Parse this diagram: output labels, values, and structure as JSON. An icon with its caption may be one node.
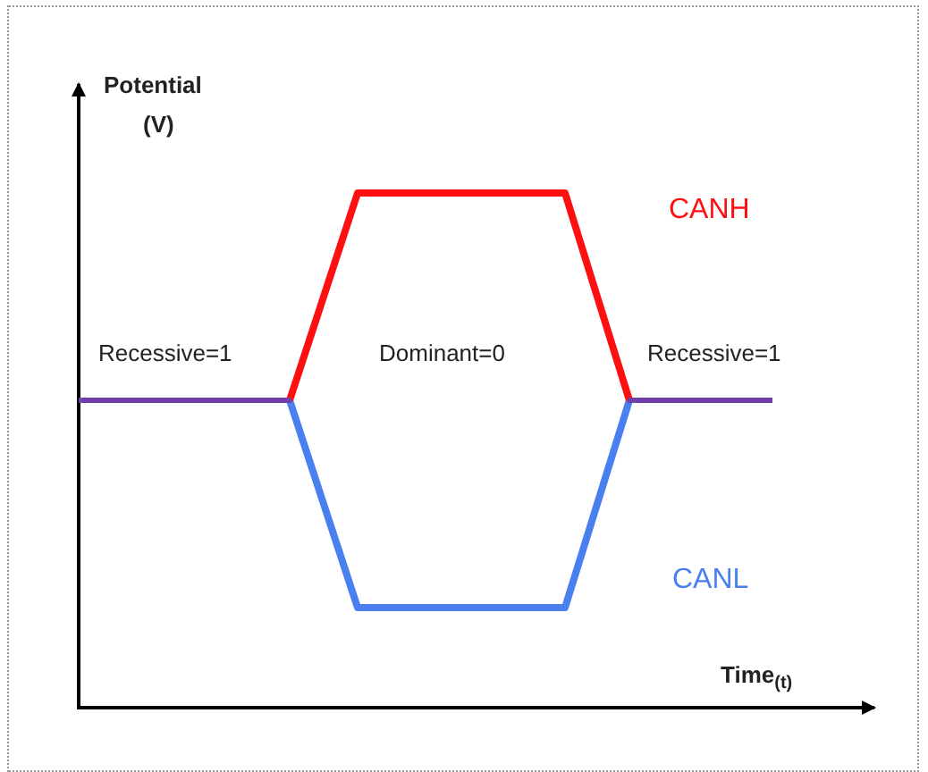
{
  "diagram": {
    "labels": [
      "Potential",
      "(V)",
      "CANH",
      "Recessive=1",
      "Dominant=0",
      "Recessive=1",
      "CANL",
      "Time$_{(t)}$"
    ]
  }
}
